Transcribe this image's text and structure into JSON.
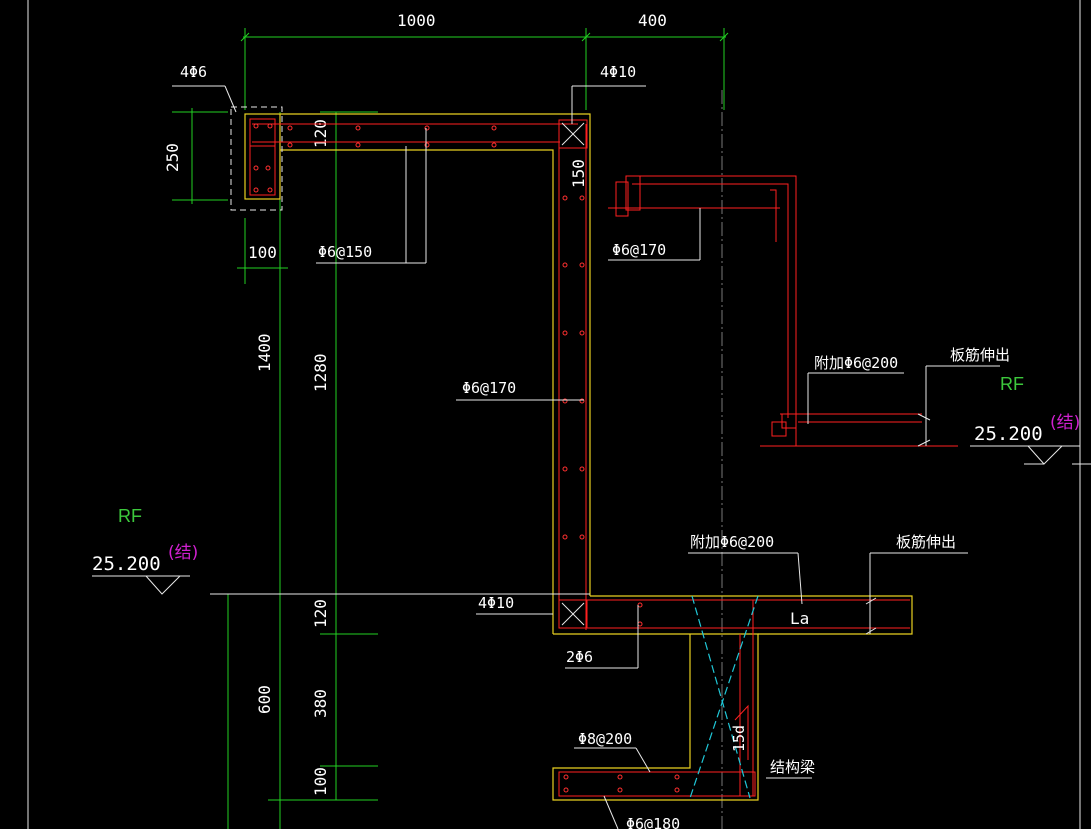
{
  "dimensions": {
    "top_left": "1000",
    "top_right": "400",
    "col_250": "250",
    "col_100": "100",
    "overall_1400": "1400",
    "inner_1280": "1280",
    "top_120": "120",
    "side_150": "150",
    "lower_600": "600",
    "lower_120": "120",
    "lower_380": "380",
    "lower_100": "100"
  },
  "labels": {
    "rebar_4phi6": "4Φ6",
    "rebar_4phi10_top": "4Φ10",
    "rebar_phi6_150": "Φ6@150",
    "rebar_phi6_170_right": "Φ6@170",
    "rebar_phi6_170_wall": "Φ6@170",
    "rebar_add_phi6_200_upper": "附加Φ6@200",
    "slab_extend_upper": "板筋伸出",
    "rebar_add_phi6_200_lower": "附加Φ6@200",
    "slab_extend_lower": "板筋伸出",
    "rebar_4phi10_bottom": "4Φ10",
    "la": "La",
    "rebar_2phi6": "2Φ6",
    "rebar_phi8_200": "Φ8@200",
    "fifteen_d": "15d",
    "struct_beam": "结构梁",
    "rebar_phi6_180": "Φ6@180"
  },
  "levels": {
    "right": {
      "name": "RF",
      "elevation": "25.200",
      "note": "(结)"
    },
    "left": {
      "name": "RF",
      "elevation": "25.200",
      "note": "(结)"
    }
  },
  "colors": {
    "background": "#000000",
    "dimension": "#22d022",
    "rebar": "#ff2020",
    "outline": "#e8d020",
    "leader": "#e8e8e8",
    "hidden": "#20c8d8",
    "level_tag": "#d020d0"
  }
}
